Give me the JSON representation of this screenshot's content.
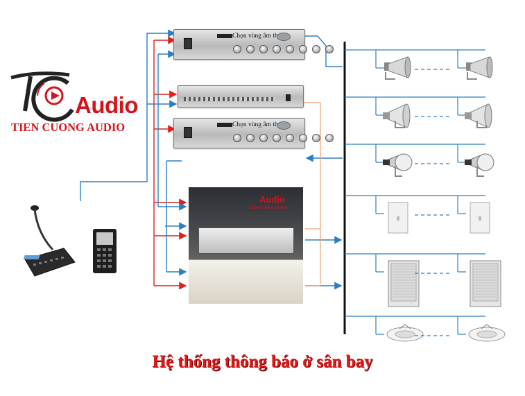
{
  "logo": {
    "brand_word": "Audio",
    "company_name": "TIEN CUONG AUDIO"
  },
  "amplifiers": {
    "zone_select_label": "Chọn vùng âm thanh"
  },
  "photo": {
    "brand_word": "Audio",
    "company_name": "TIEN CUONG AUDIO"
  },
  "caption": "Hệ thống thông báo ở sân bay",
  "colors": {
    "red_line": "#e0201a",
    "blue_line": "#2b7fc4",
    "orange_line": "#f0a070",
    "bus_line": "#111111",
    "caption_red": "#e01818"
  },
  "icons": {
    "horn_speaker": "horn-speaker-icon",
    "trumpet_speaker": "trumpet-speaker-icon",
    "round_horn_speaker": "round-horn-speaker-icon",
    "column_speaker": "column-speaker-icon",
    "wall_speaker": "wall-speaker-icon",
    "ceiling_speaker": "ceiling-speaker-icon"
  }
}
